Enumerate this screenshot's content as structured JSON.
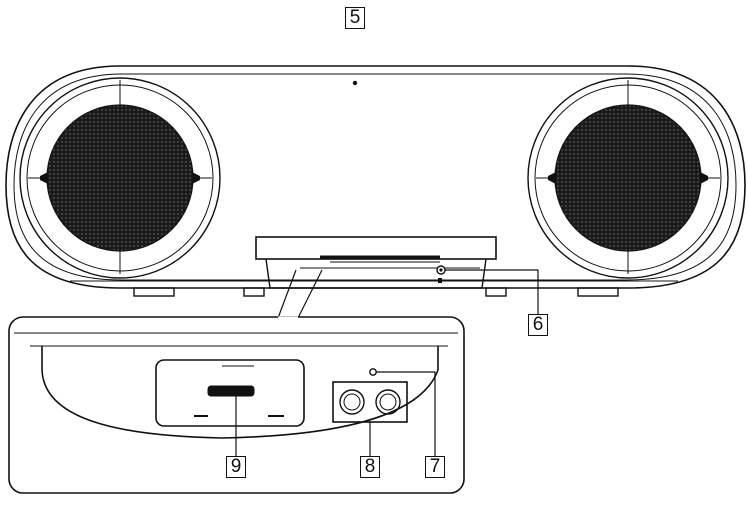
{
  "callouts": {
    "top_panel": "5",
    "headphone_jack": "6",
    "indicator": "7",
    "audio_inputs": "8",
    "dock_connector": "9"
  }
}
